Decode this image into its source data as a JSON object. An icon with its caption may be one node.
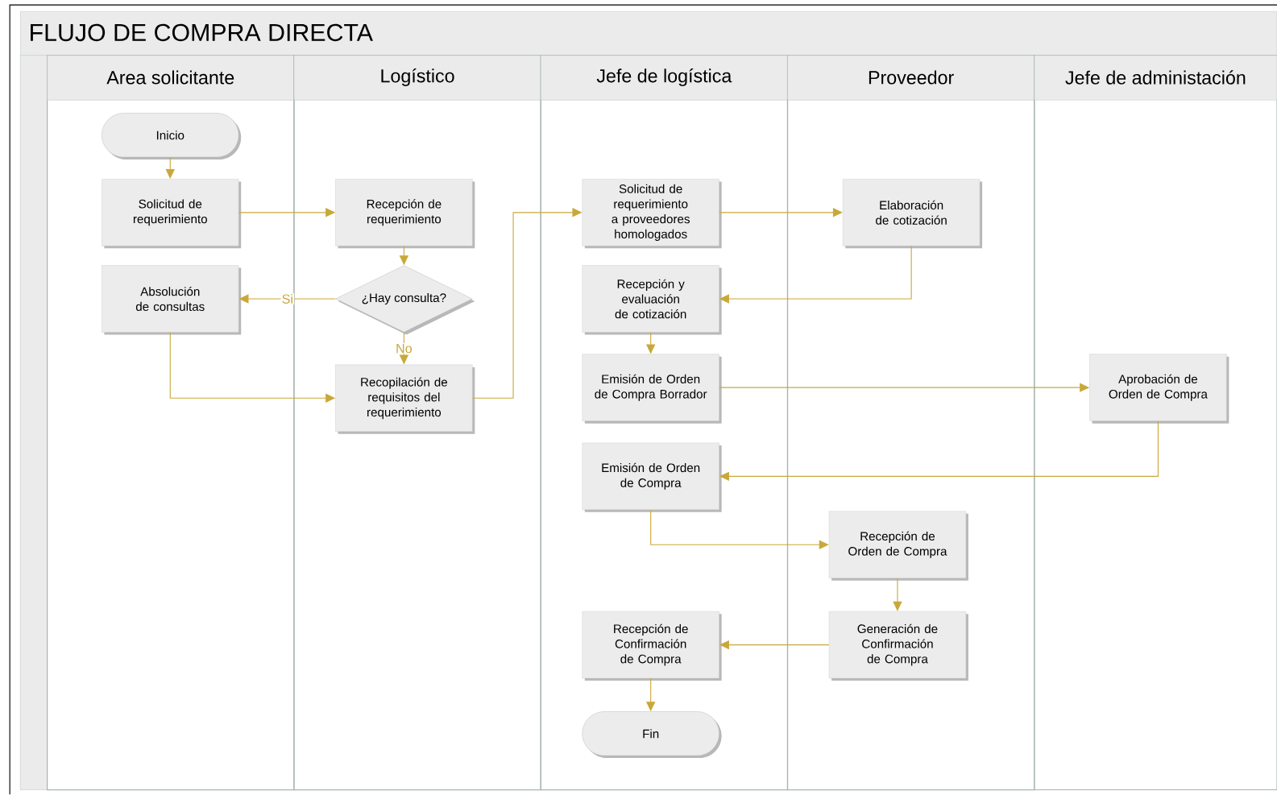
{
  "diagram": {
    "title": "FLUJO DE COMPRA DIRECTA",
    "nodes": [
      {
        "text": [
          "Area solicitante"
        ]
      },
      {
        "text": [
          "Inicio"
        ],
        "in": 0
      },
      {
        "text": [
          "Solicitud de requerimiento"
        ],
        "in": 0
      },
      {
        "text": [
          "Absolución de consultas"
        ],
        "in": 0
      },
      {
        "text": [
          "Logístico"
        ]
      },
      {
        "text": [
          "Recepción de requerimiento"
        ],
        "in": 4
      },
      {
        "text": [
          "¿Hay consulta?"
        ],
        "in": 4
      },
      {
        "text": [
          "Recopilación de requisitos del requerimiento"
        ],
        "in": 4
      },
      {
        "text": [
          "Jefe de logística"
        ]
      },
      {
        "text": [
          "Solicitud de requerimiento a proveedores homologados"
        ],
        "in": 8
      },
      {
        "text": [
          "Recepción y evaluación de cotización"
        ],
        "in": 8
      },
      {
        "text": [
          "Emisión de Orden de Compra Borrador"
        ],
        "in": 8
      },
      {
        "text": [
          "Emisión de Orden de Compra"
        ],
        "in": 8
      },
      {
        "text": [
          "Recepción de Confirmación de Compra"
        ],
        "in": 8
      },
      {
        "text": [
          "Fin"
        ],
        "in": 8
      },
      {
        "text": [
          "Proveedor"
        ]
      },
      {
        "text": [
          "Elaboración de cotización"
        ],
        "in": 15
      },
      {
        "text": [
          "Recepción de Orden de Compra"
        ],
        "in": 15
      },
      {
        "text": [
          "Generación de Confirmación de Compra"
        ],
        "in": 15
      },
      {
        "text": [
          "Jefe de administación"
        ]
      },
      {
        "text": [
          "Aprobación de Orden de Compra"
        ],
        "in": 19
      }
    ],
    "edges": [
      {
        "from": 1,
        "to": 2,
        "arrow": "to"
      },
      {
        "from": 2,
        "to": 5,
        "arrow": "to"
      },
      {
        "from": 5,
        "to": 6,
        "arrow": "to"
      },
      {
        "from": 6,
        "to": 3,
        "arrow": "to",
        "label": "Si"
      },
      {
        "from": 6,
        "to": 7,
        "arrow": "to",
        "label": "No"
      },
      {
        "from": 3,
        "to": 7,
        "arrow": "to"
      },
      {
        "from": 7,
        "to": 9,
        "arrow": "to"
      },
      {
        "from": 9,
        "to": 16,
        "arrow": "to"
      },
      {
        "from": 16,
        "to": 10,
        "arrow": "to"
      },
      {
        "from": 10,
        "to": 11,
        "arrow": "to"
      },
      {
        "from": 11,
        "to": 20,
        "arrow": "to"
      },
      {
        "from": 20,
        "to": 12,
        "arrow": "to"
      },
      {
        "from": 12,
        "to": 17,
        "arrow": "to"
      },
      {
        "from": 17,
        "to": 18,
        "arrow": "to"
      },
      {
        "from": 18,
        "to": 13,
        "arrow": "to"
      },
      {
        "from": 13,
        "to": 14,
        "arrow": "to"
      }
    ]
  }
}
